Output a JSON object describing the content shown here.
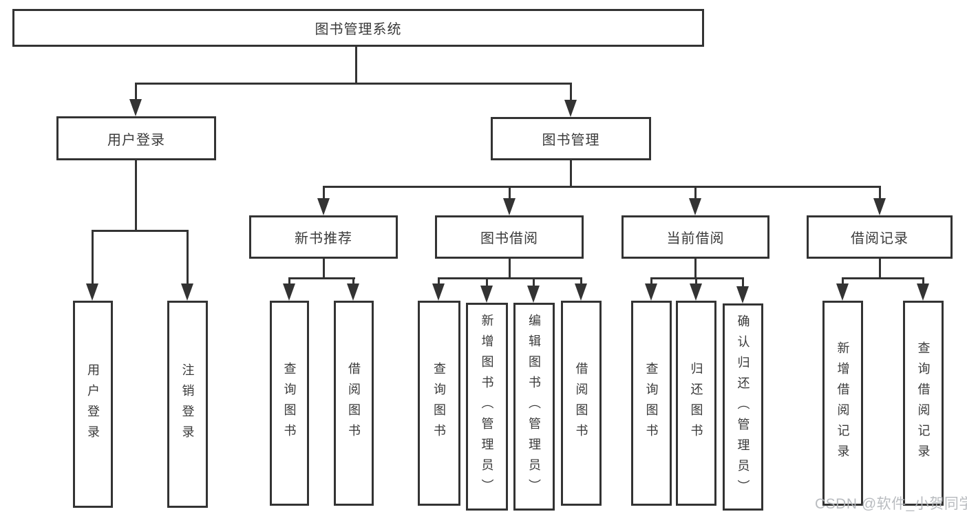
{
  "diagram_title": "图书管理系统",
  "colors": {
    "line": "#333333",
    "text": "#3a3a3a",
    "watermark": "#b4b7bb",
    "background": "#ffffff"
  },
  "tree": {
    "label": "图书管理系统",
    "children": [
      {
        "label": "用户登录",
        "children": [
          {
            "label": "用户登录"
          },
          {
            "label": "注销登录"
          }
        ]
      },
      {
        "label": "图书管理",
        "children": [
          {
            "label": "新书推荐",
            "children": [
              {
                "label": "查询图书"
              },
              {
                "label": "借阅图书"
              }
            ]
          },
          {
            "label": "图书借阅",
            "children": [
              {
                "label": "查询图书"
              },
              {
                "label": "新增图书（管理员）"
              },
              {
                "label": "编辑图书（管理员）"
              },
              {
                "label": "借阅图书"
              }
            ]
          },
          {
            "label": "当前借阅",
            "children": [
              {
                "label": "查询图书"
              },
              {
                "label": "归还图书"
              },
              {
                "label": "确认归还（管理员）"
              }
            ]
          },
          {
            "label": "借阅记录",
            "children": [
              {
                "label": "新增借阅记录"
              },
              {
                "label": "查询借阅记录"
              }
            ]
          }
        ]
      }
    ]
  },
  "watermark": {
    "text": "CSDN @软件_小贺同学"
  }
}
